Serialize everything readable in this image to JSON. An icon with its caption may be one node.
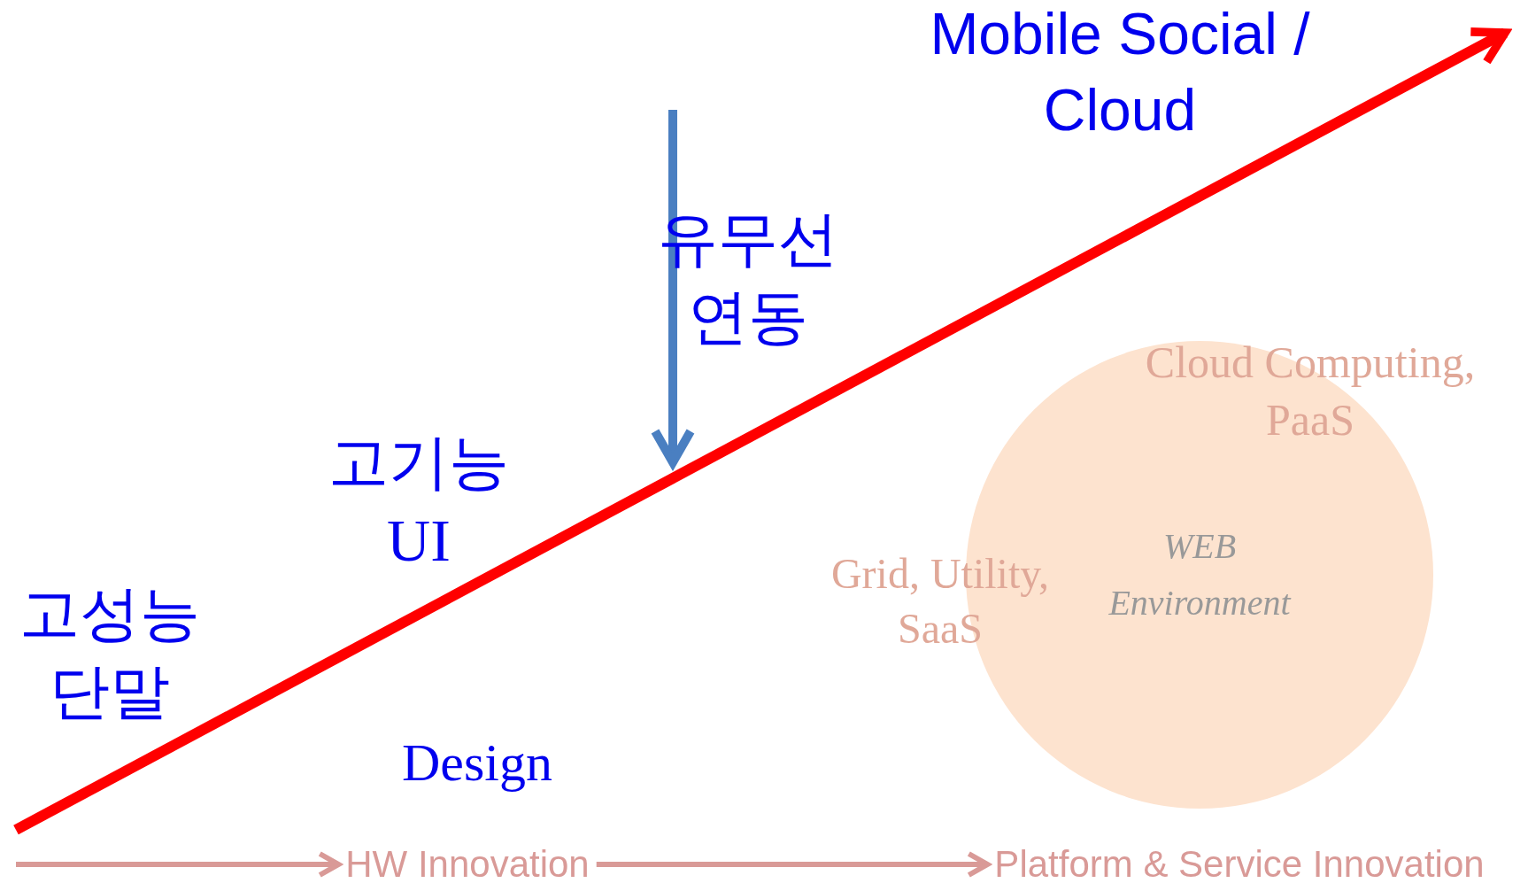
{
  "diagram": {
    "nodes": [
      {
        "text": [
          "WEB Environment"
        ]
      },
      {
        "text": [
          "HW Innovation"
        ]
      },
      {
        "text": [
          "Platform & Service Innovation"
        ]
      }
    ],
    "edges": [
      {
        "from": null,
        "to": 1,
        "arrow": "to"
      },
      {
        "from": 1,
        "to": 2,
        "arrow": "to"
      }
    ],
    "labels": [
      "Mobile Social / Cloud",
      "유무선 연동",
      "고기능 UI",
      "고성능 단말",
      "Design",
      "Cloud Computing, PaaS",
      "Grid, Utility, SaaS"
    ]
  }
}
